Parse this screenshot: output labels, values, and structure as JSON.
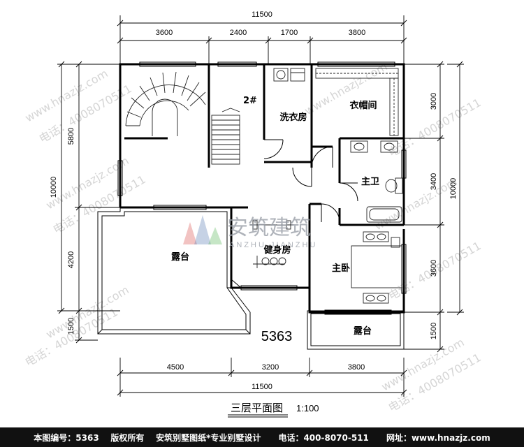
{
  "dimensions": {
    "top_total": "11500",
    "top_segments": [
      "3600",
      "2400",
      "1700",
      "3800"
    ],
    "bottom_segments": [
      "4500",
      "3200",
      "3800"
    ],
    "bottom_total": "11500",
    "left_total": "10000",
    "left_segments": [
      "5800",
      "4200",
      "1500"
    ],
    "right_total": "10000",
    "right_segments": [
      "3000",
      "3400",
      "3600",
      "1500"
    ]
  },
  "rooms": {
    "stair_no": "2#",
    "laundry": "洗衣房",
    "wardrobe": "衣帽间",
    "master_bath": "主卫",
    "gym": "健身房",
    "master_bedroom": "主卧",
    "terrace_large": "露台",
    "terrace_small": "露台"
  },
  "plan_number": "5363",
  "logo": {
    "cn": "安筑建筑",
    "en": "ANZHU JIANZHU"
  },
  "watermarks": {
    "site": "www.hnazjz.com",
    "phone": "电话：4008070511"
  },
  "title": {
    "name": "三层平面图",
    "scale": "1:100"
  },
  "footer": {
    "text": "本图编号：5363    版权所有    安筑别墅图纸*专业别墅设计      电话：400-8070-511      网址：www.hnazjz.com"
  }
}
